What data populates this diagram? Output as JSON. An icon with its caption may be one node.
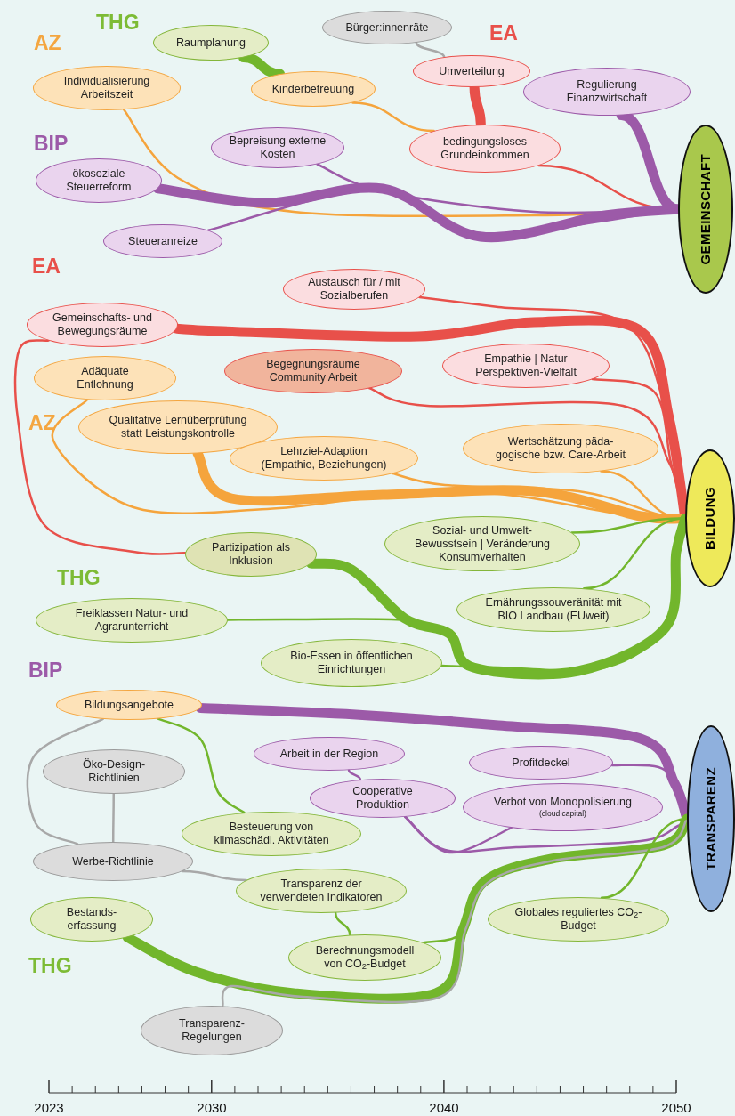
{
  "diagram": {
    "nodes": [
      {
        "text": [
          "Raumplanung"
        ]
      },
      {
        "text": [
          "Individualisierung Arbeitszeit"
        ]
      },
      {
        "text": [
          "Bürger:innenräte"
        ]
      },
      {
        "text": [
          "Umverteilung"
        ]
      },
      {
        "text": [
          "Kinderbetreuung"
        ]
      },
      {
        "text": [
          "Regulierung Finanzwirtschaft"
        ]
      },
      {
        "text": [
          "Bepreisung externe Kosten"
        ]
      },
      {
        "text": [
          "bedingungsloses Grundeinkommen"
        ]
      },
      {
        "text": [
          "ökosoziale Steuerreform"
        ]
      },
      {
        "text": [
          "Steueranreize"
        ]
      },
      {
        "text": [
          "GEMEINSCHAFT"
        ]
      },
      {
        "text": [
          "Austausch für / mit Sozialberufen"
        ]
      },
      {
        "text": [
          "Gemeinschafts- und Bewegungsräume"
        ]
      },
      {
        "text": [
          "Empathie | Natur Perspektiven-Vielfalt"
        ]
      },
      {
        "text": [
          "Begegnungsräume Community Arbeit"
        ]
      },
      {
        "text": [
          "Adäquate Entlohnung"
        ]
      },
      {
        "text": [
          "Qualitative Lernüberprüfung statt Leistungskontrolle"
        ]
      },
      {
        "text": [
          "Lehrziel-Adaption (Empathie, Beziehungen)"
        ]
      },
      {
        "text": [
          "Wertschätzung päda-gogische bzw. Care-Arbeit"
        ]
      },
      {
        "text": [
          "BILDUNG"
        ]
      },
      {
        "text": [
          "Sozial- und Umwelt-Bewusstsein | Veränderung Konsumverhalten"
        ]
      },
      {
        "text": [
          "Partizipation als Inklusion"
        ]
      },
      {
        "text": [
          "Ernährungssouveränität mit BIO Landbau (EUweit)"
        ]
      },
      {
        "text": [
          "Freiklassen Natur- und Agrarunterricht"
        ]
      },
      {
        "text": [
          "Bio-Essen in öffentlichen Einrichtungen"
        ]
      },
      {
        "text": [
          "Bildungsangebote"
        ]
      },
      {
        "text": [
          "Arbeit in der Region"
        ]
      },
      {
        "text": [
          "Profitdeckel"
        ]
      },
      {
        "text": [
          "Öko-Design-Richtlinien"
        ]
      },
      {
        "text": [
          "Cooperative Produktion"
        ]
      },
      {
        "text": [
          "Verbot von Monopolisierung",
          "(cloud capital)"
        ]
      },
      {
        "text": [
          "Besteuerung von klimaschädl. Aktivitäten"
        ]
      },
      {
        "text": [
          "Werbe-Richtlinie"
        ]
      },
      {
        "text": [
          "TRANSPARENZ"
        ]
      },
      {
        "text": [
          "Transparenz der verwendeten Indikatoren"
        ]
      },
      {
        "text": [
          "Bestands-erfassung"
        ]
      },
      {
        "text": [
          "Globales reguliertes CO$_{2}$-Budget"
        ]
      },
      {
        "text": [
          "Berechnungsmodell von CO$_{2}$-Budget"
        ]
      },
      {
        "text": [
          "Transparenz-Regelungen"
        ]
      }
    ],
    "edges": [
      {
        "from": 0,
        "to": 4,
        "arrow": "none",
        "style": "thick",
        "color": "#72b62c"
      },
      {
        "from": 4,
        "to": 7,
        "arrow": "none",
        "color": "#f5a43c"
      },
      {
        "from": 1,
        "to": 10,
        "arrow": "none",
        "color": "#f5a43c"
      },
      {
        "from": 2,
        "to": 3,
        "arrow": "none",
        "color": "#a8a8a8"
      },
      {
        "from": 3,
        "to": 7,
        "arrow": "none",
        "style": "thick",
        "color": "#e8504a"
      },
      {
        "from": 7,
        "to": 10,
        "arrow": "none",
        "color": "#e8504a"
      },
      {
        "from": 5,
        "to": 10,
        "arrow": "none",
        "style": "thick",
        "color": "#9c5aa8"
      },
      {
        "from": 6,
        "to": 10,
        "arrow": "none",
        "color": "#9c5aa8"
      },
      {
        "from": 8,
        "to": 10,
        "arrow": "none",
        "style": "thick",
        "color": "#9c5aa8"
      },
      {
        "from": 9,
        "to": 10,
        "arrow": "none",
        "color": "#9c5aa8"
      },
      {
        "from": 12,
        "to": 19,
        "arrow": "none",
        "style": "thick",
        "color": "#e8504a"
      },
      {
        "from": 11,
        "to": 19,
        "arrow": "none",
        "color": "#e8504a"
      },
      {
        "from": 14,
        "to": 19,
        "arrow": "none",
        "color": "#e8504a"
      },
      {
        "from": 13,
        "to": 19,
        "arrow": "none",
        "color": "#e8504a"
      },
      {
        "from": 12,
        "to": 21,
        "arrow": "none",
        "color": "#e8504a"
      },
      {
        "from": 15,
        "to": 19,
        "arrow": "none",
        "color": "#f5a43c"
      },
      {
        "from": 16,
        "to": 19,
        "arrow": "none",
        "style": "thick",
        "color": "#f5a43c"
      },
      {
        "from": 17,
        "to": 19,
        "arrow": "none",
        "color": "#f5a43c"
      },
      {
        "from": 18,
        "to": 19,
        "arrow": "none",
        "color": "#f5a43c"
      },
      {
        "from": 23,
        "to": 19,
        "arrow": "none",
        "color": "#72b62c"
      },
      {
        "from": 21,
        "to": 19,
        "arrow": "none",
        "style": "thick",
        "color": "#72b62c"
      },
      {
        "from": 20,
        "to": 19,
        "arrow": "none",
        "color": "#72b62c"
      },
      {
        "from": 22,
        "to": 19,
        "arrow": "none",
        "color": "#72b62c"
      },
      {
        "from": 24,
        "to": 19,
        "arrow": "none",
        "color": "#72b62c"
      },
      {
        "from": 25,
        "to": 33,
        "arrow": "none",
        "style": "thick",
        "color": "#9c5aa8"
      },
      {
        "from": 26,
        "to": 29,
        "arrow": "none",
        "color": "#9c5aa8"
      },
      {
        "from": 29,
        "to": 33,
        "arrow": "none",
        "color": "#9c5aa8"
      },
      {
        "from": 27,
        "to": 33,
        "arrow": "none",
        "color": "#9c5aa8"
      },
      {
        "from": 30,
        "to": 29,
        "arrow": "none",
        "color": "#9c5aa8"
      },
      {
        "from": 25,
        "to": 31,
        "arrow": "none",
        "color": "#72b62c"
      },
      {
        "from": 28,
        "to": 32,
        "arrow": "none",
        "color": "#a8a8a8"
      },
      {
        "from": 25,
        "to": 32,
        "arrow": "none",
        "color": "#a8a8a8"
      },
      {
        "from": 32,
        "to": 34,
        "arrow": "none",
        "color": "#a8a8a8"
      },
      {
        "from": 34,
        "to": 37,
        "arrow": "none",
        "color": "#72b62c"
      },
      {
        "from": 35,
        "to": 33,
        "arrow": "none",
        "style": "thick",
        "color": "#72b62c"
      },
      {
        "from": 37,
        "to": 33,
        "arrow": "none",
        "color": "#72b62c"
      },
      {
        "from": 38,
        "to": 33,
        "arrow": "none",
        "color": "#a8a8a8"
      },
      {
        "from": 36,
        "to": 33,
        "arrow": "none",
        "color": "#72b62c"
      }
    ],
    "labels": [
      "THG",
      "EA",
      "AZ",
      "BIP",
      "EA",
      "AZ",
      "THG",
      "BIP",
      "THG",
      "2023",
      "2030",
      "2040",
      "2050"
    ]
  }
}
